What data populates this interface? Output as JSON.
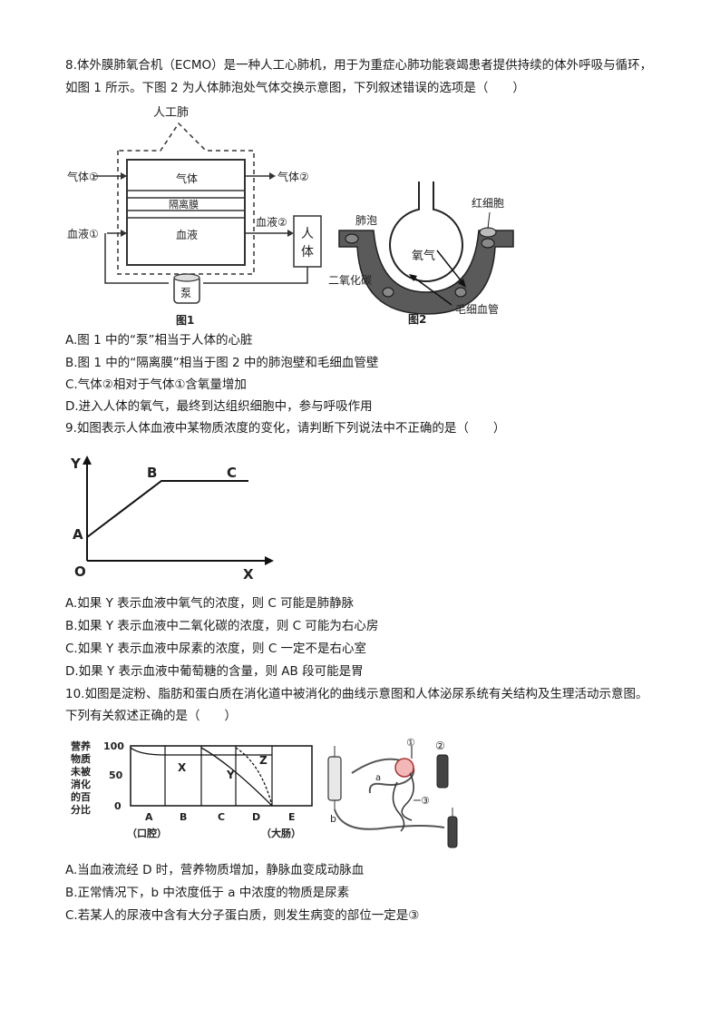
{
  "q8": {
    "stem_line1": "8.体外膜肺氧合机（ECMO）是一种人工心肺机，用于为重症心肺功能衰竭患者提供持续的体外呼吸与循环，",
    "stem_line2": "如图 1 所示。下图 2 为人体肺泡处气体交换示意图，下列叙述错误的选项是（　　）",
    "fig1": {
      "artificial_lung": "人工肺",
      "gas_in": "气体①",
      "gas_out": "气体②",
      "gas": "气体",
      "membrane": "隔离膜",
      "blood": "血液",
      "blood_in": "血液①",
      "blood_out": "血液②",
      "body": "人体",
      "body_char1": "人",
      "body_char2": "体",
      "pump": "泵",
      "caption": "图1"
    },
    "fig2": {
      "alveolus": "肺泡",
      "oxygen": "氧气",
      "rbc": "红细胞",
      "co2": "二氧化碳",
      "capillary": "毛细血管",
      "caption": "图2"
    },
    "options": [
      "A.图 1 中的“泵”相当于人体的心脏",
      "B.图 1 中的“隔离膜”相当于图 2 中的肺泡壁和毛细血管壁",
      "C.气体②相对于气体①含氧量增加",
      "D.进入人体的氧气，最终到达组织细胞中，参与呼吸作用"
    ]
  },
  "q9": {
    "stem": "9.如图表示人体血液中某物质浓度的变化，请判断下列说法中不正确的是（　　）",
    "graph": {
      "y": "Y",
      "x": "X",
      "o": "O",
      "a": "A",
      "b": "B",
      "c": "C"
    },
    "options": [
      "A.如果 Y 表示血液中氧气的浓度，则 C 可能是肺静脉",
      "B.如果 Y 表示血液中二氧化碳的浓度，则 C 可能为右心房",
      "C.如果 Y 表示血液中尿素的浓度，则 C 一定不是右心室",
      "D.如果 Y 表示血液中葡萄糖的含量，则 AB 段可能是胃"
    ]
  },
  "q10": {
    "stem_line1": "10.如图是淀粉、脂肪和蛋白质在消化道中被消化的曲线示意图和人体泌尿系统有关结构及生理活动示意图。",
    "stem_line2": "下列有关叙述正确的是（　　）",
    "chart": {
      "ylabel_chars": [
        "营养",
        "物质",
        "未被",
        "消化",
        "的百",
        "分比"
      ],
      "y_ticks": [
        "100",
        "50",
        "0"
      ],
      "categories": [
        "A",
        "B",
        "C",
        "D",
        "E"
      ],
      "mouth": "（口腔）",
      "large_intestine": "（大肠）",
      "series_labels": [
        "X",
        "Y",
        "Z"
      ]
    },
    "kidney": {
      "label_a": "a",
      "label_b": "b",
      "label_1": "①",
      "label_2": "②",
      "label_3": "③"
    },
    "options": [
      "A.当血液流经 D 时，营养物质增加，静脉血变成动脉血",
      "B.正常情况下，b 中浓度低于 a 中浓度的物质是尿素",
      "C.若某人的尿液中含有大分子蛋白质，则发生病变的部位一定是③"
    ]
  }
}
